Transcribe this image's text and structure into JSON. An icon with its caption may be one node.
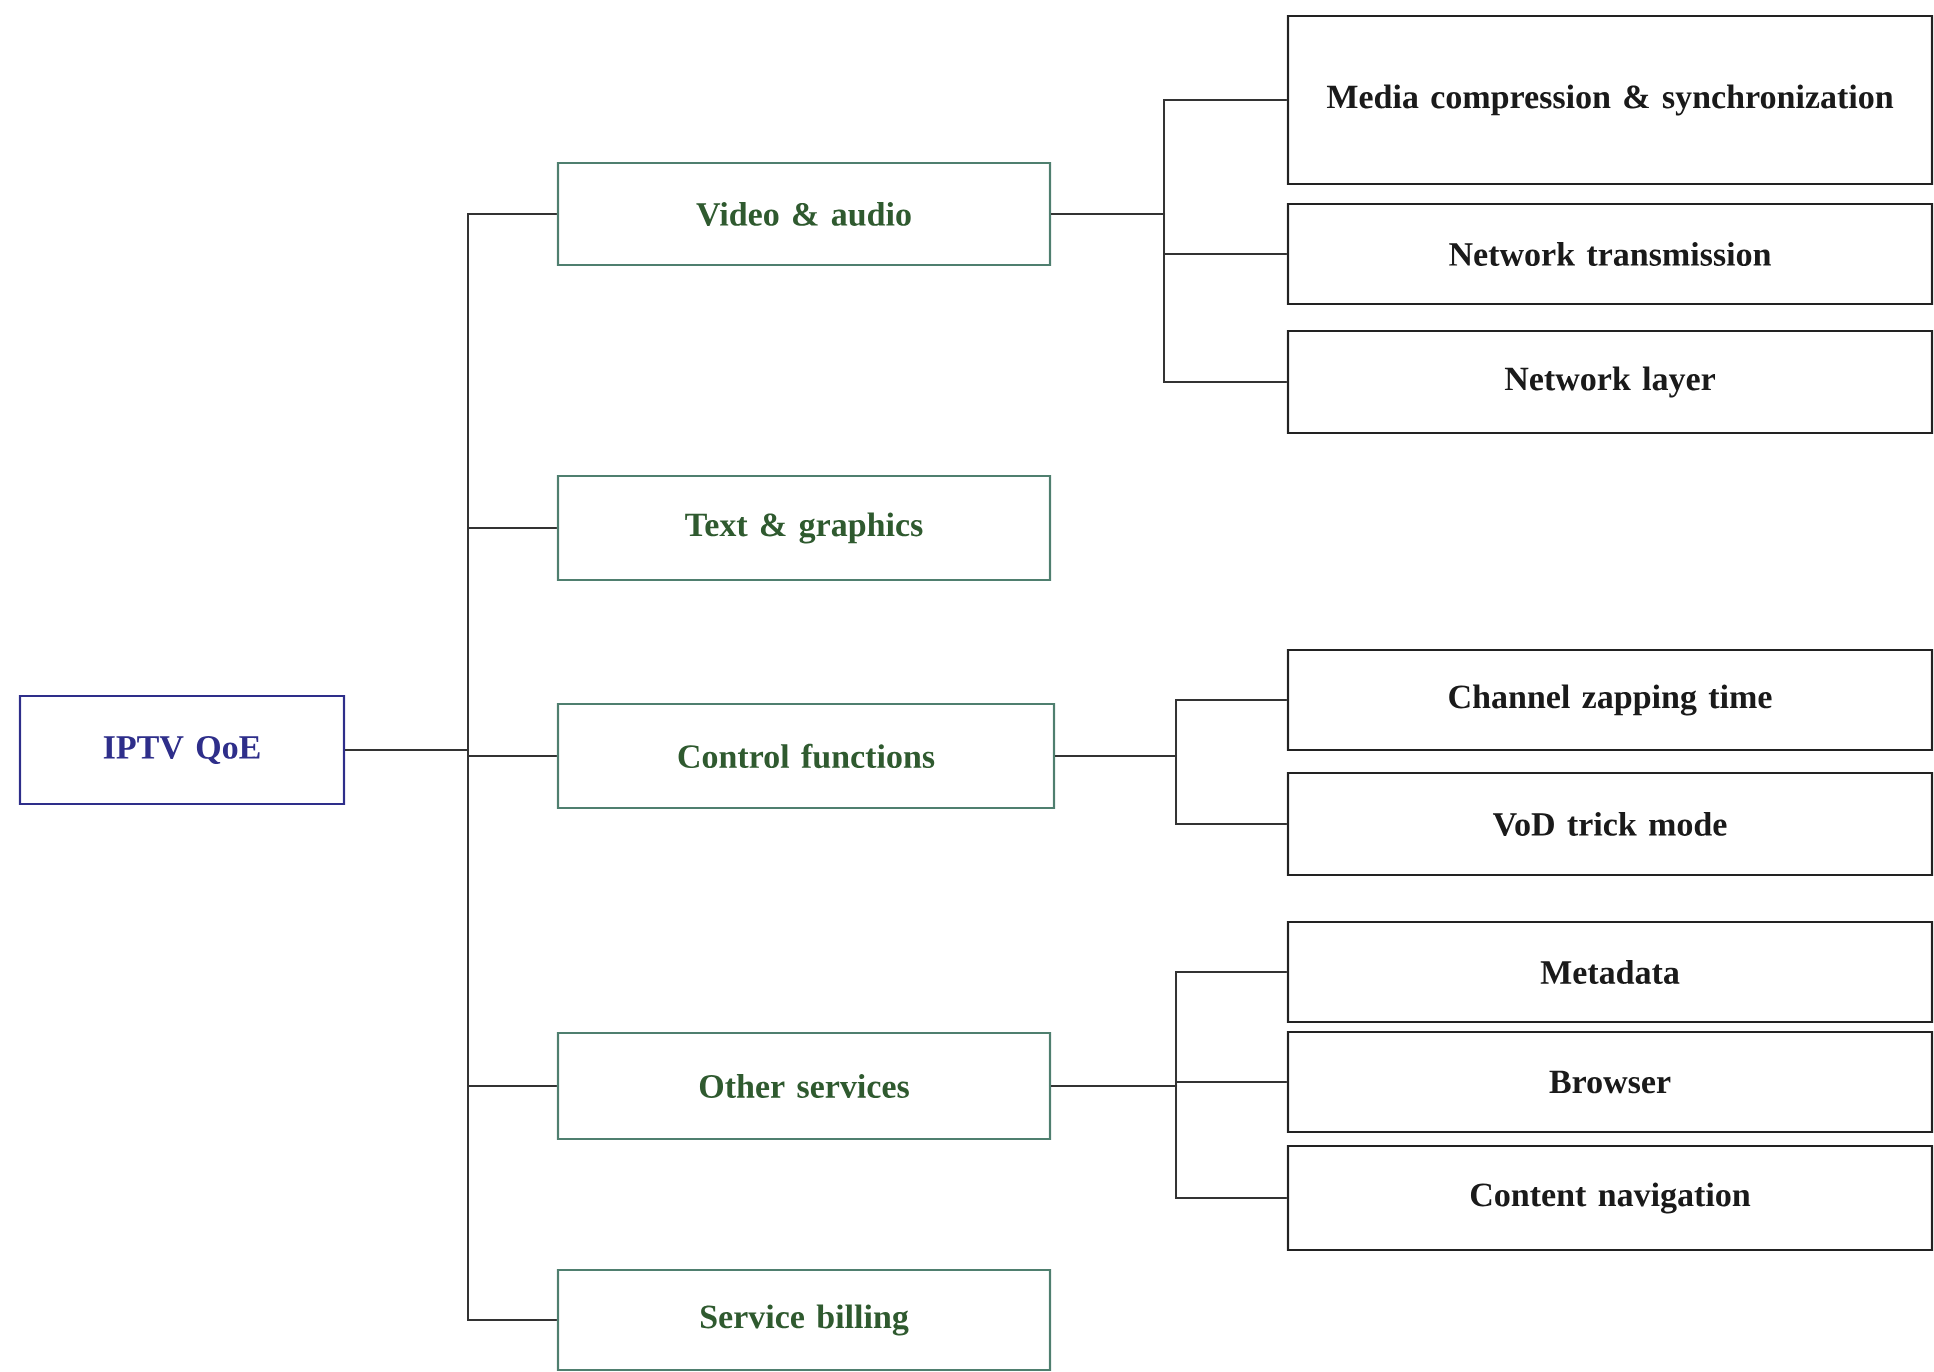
{
  "diagram": {
    "nodes": [
      {
        "text": [
          "IPTV QoE"
        ]
      },
      {
        "text": [
          "Video & audio"
        ]
      },
      {
        "text": [
          "Text & graphics"
        ]
      },
      {
        "text": [
          "Control functions"
        ]
      },
      {
        "text": [
          "Other services"
        ]
      },
      {
        "text": [
          "Service billing"
        ]
      },
      {
        "text": [
          "Media compression & synchronization"
        ]
      },
      {
        "text": [
          "Network transmission"
        ]
      },
      {
        "text": [
          "Network layer"
        ]
      },
      {
        "text": [
          "Channel zapping time"
        ]
      },
      {
        "text": [
          "VoD trick mode"
        ]
      },
      {
        "text": [
          "Metadata"
        ]
      },
      {
        "text": [
          "Browser"
        ]
      },
      {
        "text": [
          "Content navigation"
        ]
      }
    ],
    "edges": [
      {
        "from": 0,
        "to": 1,
        "arrow": "none"
      },
      {
        "from": 0,
        "to": 2,
        "arrow": "none"
      },
      {
        "from": 0,
        "to": 3,
        "arrow": "none"
      },
      {
        "from": 0,
        "to": 4,
        "arrow": "none"
      },
      {
        "from": 0,
        "to": 5,
        "arrow": "none"
      },
      {
        "from": 1,
        "to": 6,
        "arrow": "none"
      },
      {
        "from": 1,
        "to": 7,
        "arrow": "none"
      },
      {
        "from": 1,
        "to": 8,
        "arrow": "none"
      },
      {
        "from": 3,
        "to": 9,
        "arrow": "none"
      },
      {
        "from": 3,
        "to": 10,
        "arrow": "none"
      },
      {
        "from": 4,
        "to": 11,
        "arrow": "none"
      },
      {
        "from": 4,
        "to": 12,
        "arrow": "none"
      },
      {
        "from": 4,
        "to": 13,
        "arrow": "none"
      }
    ]
  }
}
